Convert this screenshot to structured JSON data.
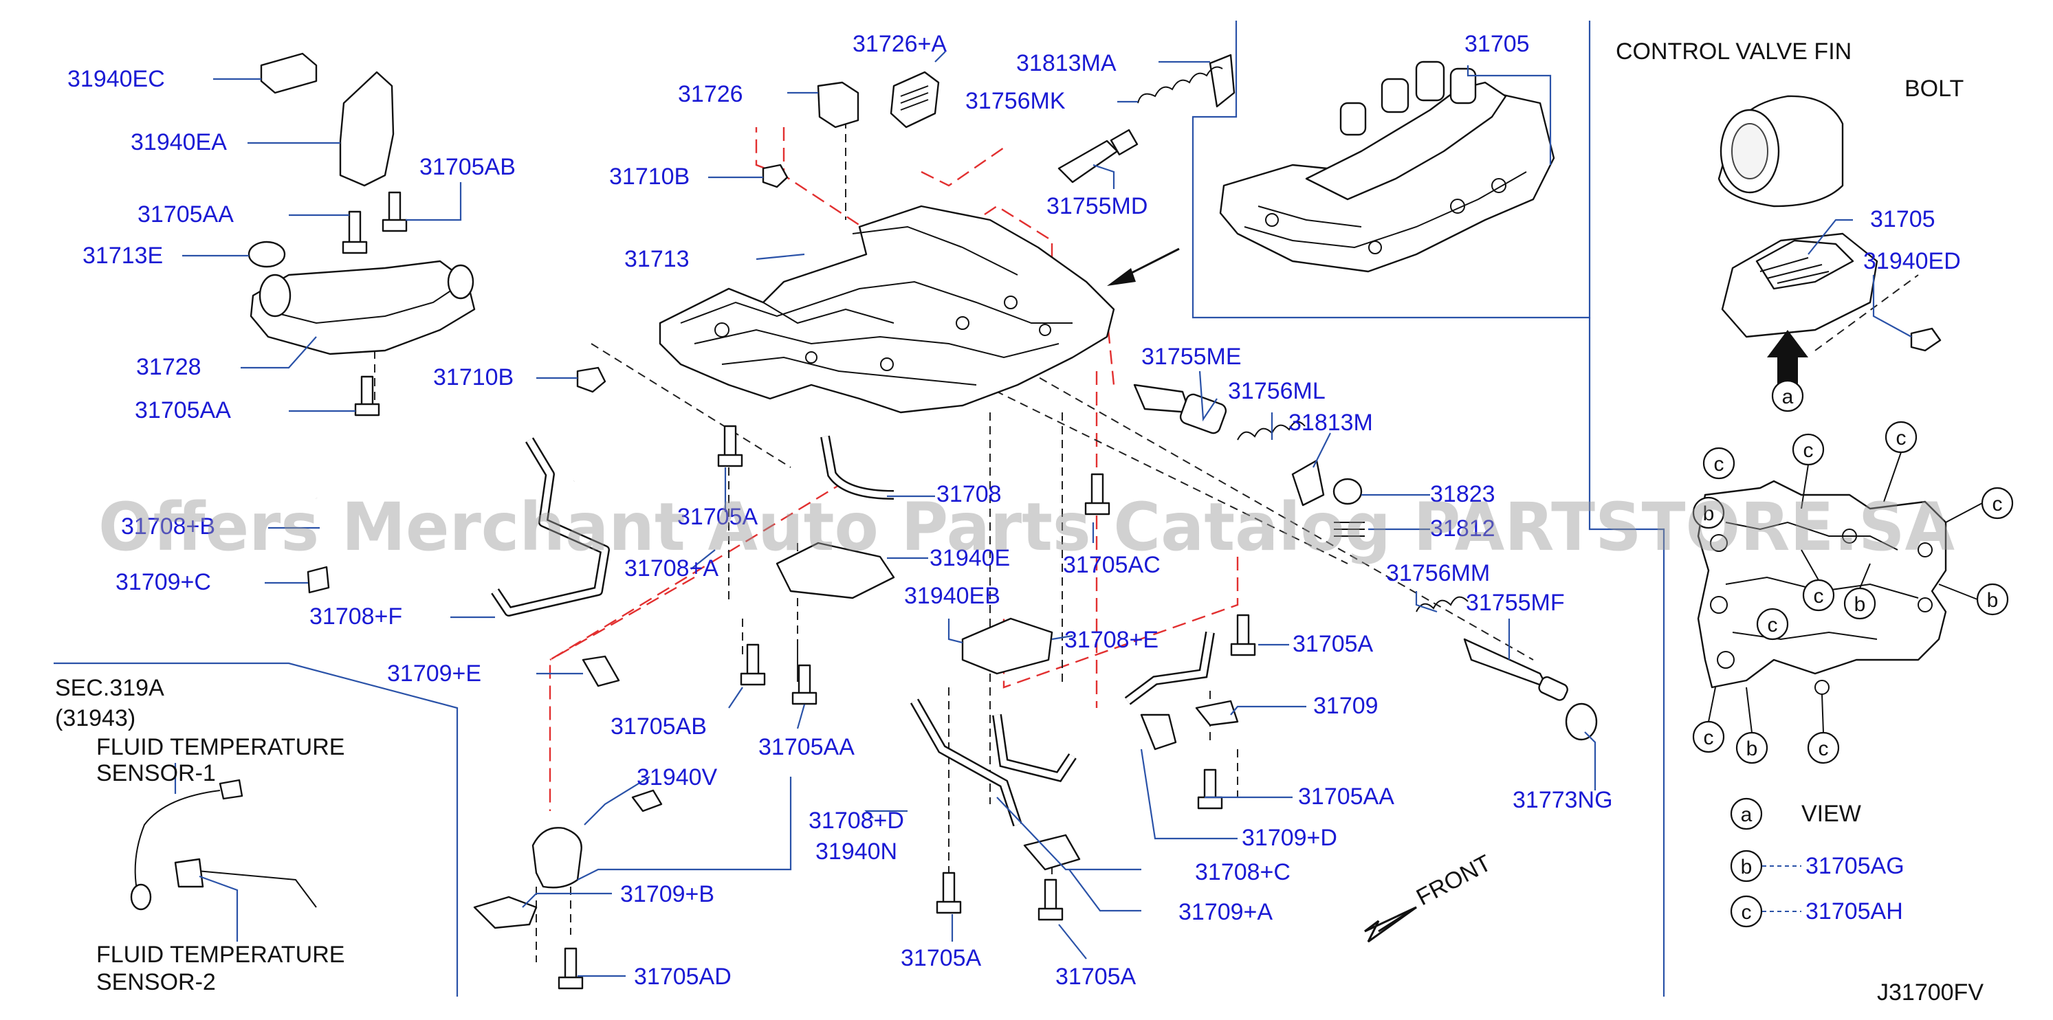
{
  "header": {
    "view_title": "CONTROL  VALVE  FIN",
    "view_subtitle": "BOLT"
  },
  "footer": {
    "code": "J31700FV"
  },
  "sec_label": [
    "SEC.319A",
    "(31943)",
    "FLUID  TEMPERATURE",
    "SENSOR-1",
    "FLUID  TEMPERATURE",
    "SENSOR-2"
  ],
  "watermark": "Offers Merchant Auto Parts Catalog PARTSTORE.SA",
  "front_label": "FRONT",
  "parts": [
    "31940EC",
    "31940EA",
    "31705AB",
    "31705AA",
    "31713E",
    "31728",
    "31705AA",
    "31710B",
    "31726",
    "31726+A",
    "31813MA",
    "31756MK",
    "31710B",
    "31755MD",
    "31713",
    "31705",
    "31705",
    "31940ED",
    "31755ME",
    "31756ML",
    "31813M",
    "31823",
    "31812",
    "31756MM",
    "31755MF",
    "31773NG",
    "31708",
    "31708+B",
    "31705A",
    "31709+C",
    "31708+A",
    "31940E",
    "31705AC",
    "31708+F",
    "31940EB",
    "31708+E",
    "31705A",
    "31709+E",
    "31705AB",
    "31705AA",
    "31709",
    "31940V",
    "31708+D",
    "31705AA",
    "31940N",
    "31709+D",
    "31709+B",
    "31708+C",
    "31709+A",
    "31705AD",
    "31705A",
    "31705A"
  ],
  "legend": {
    "view_letter": "a",
    "view_label": "VIEW",
    "b_letter": "b",
    "b_part": "31705AG",
    "c_letter": "c",
    "c_part": "31705AH"
  },
  "callout_letters": {
    "a": "a",
    "b": "b",
    "c": "c"
  }
}
